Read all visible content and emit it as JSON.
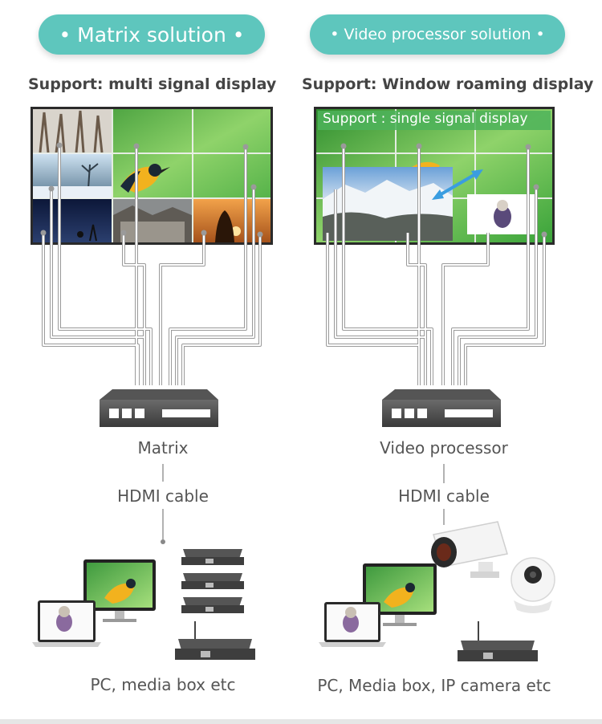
{
  "left_panel": {
    "title": "• Matrix solution •",
    "subtitle": "Support: multi signal display",
    "device_label": "Matrix",
    "cable_label": "HDMI cable",
    "sources_label": "PC, media box etc"
  },
  "right_panel": {
    "title": "• Video processor solution •",
    "subtitle": "Support: Window roaming display",
    "overlay_text": "Support : single signal display",
    "device_label": "Video processor",
    "cable_label": "HDMI cable",
    "sources_label": "PC, Media box, IP camera etc"
  },
  "colors": {
    "accent": "#5ec6bd",
    "arrow": "#3a9de0",
    "device": "#3f3f3f"
  }
}
